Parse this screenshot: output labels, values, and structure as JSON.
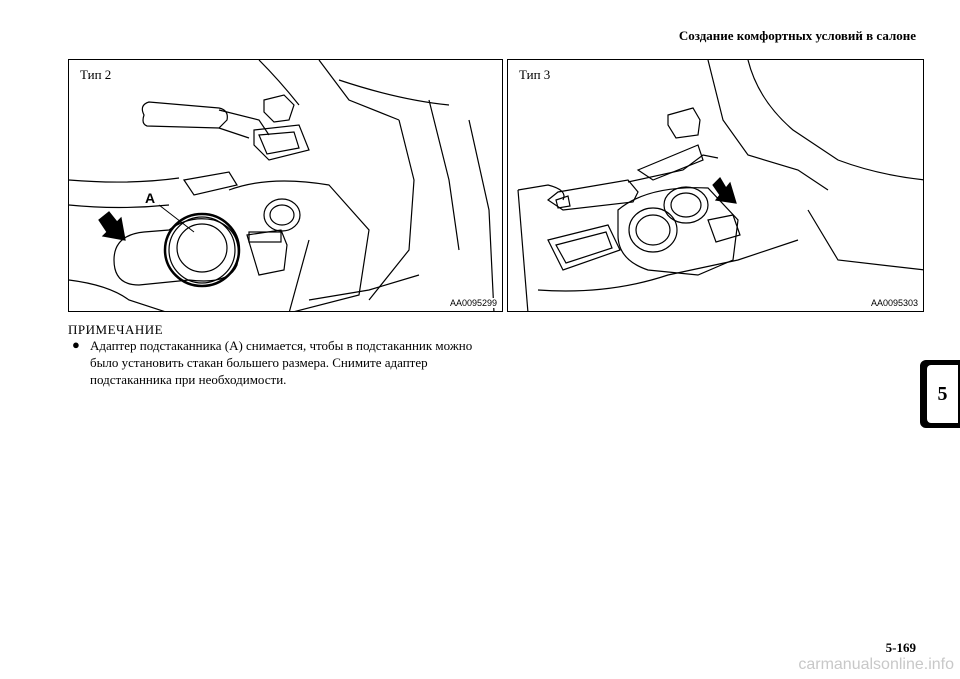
{
  "header": {
    "section_title": "Создание комфортных условий в салоне"
  },
  "figures": [
    {
      "label": "Тип 2",
      "code": "AA0095299",
      "callout": "A"
    },
    {
      "label": "Тип 3",
      "code": "AA0095303"
    }
  ],
  "note": {
    "title": "ПРИМЕЧАНИЕ",
    "bullet": "●",
    "text": "Адаптер подстаканника (А) снимается, чтобы в подстаканник можно было установить стакан большего размера. Снимите адаптер подстаканника при необходимости."
  },
  "chapter_tab": "5",
  "page_number": "5-169",
  "watermark": "carmanualsonline.info"
}
